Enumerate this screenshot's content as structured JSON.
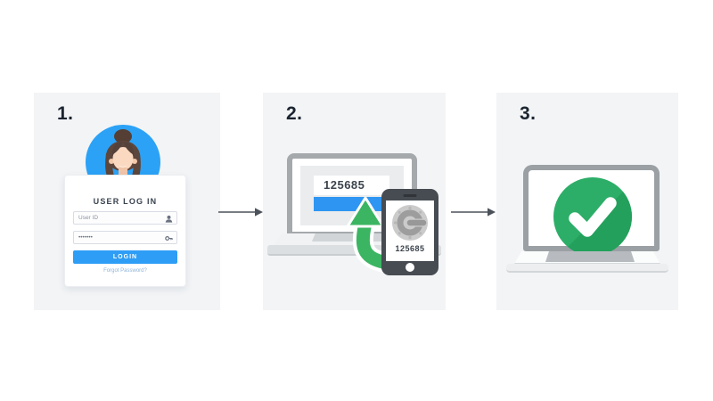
{
  "page": {
    "background": "#ffffff"
  },
  "steps": [
    {
      "number": "1."
    },
    {
      "number": "2."
    },
    {
      "number": "3."
    }
  ],
  "login_card": {
    "title": "USER LOG IN",
    "user_id_placeholder": "User ID",
    "password_value": "•••••••",
    "login_label": "LOGIN",
    "forgot_password_label": "Forgot Password?"
  },
  "verification": {
    "laptop_code": "125685",
    "phone_code": "125685"
  },
  "icons": {
    "user_field": "person-icon",
    "password_field": "key-icon",
    "phone_app": "google-authenticator-icon",
    "success": "checkmark-circle-icon",
    "transfer": "green-up-arrow-icon",
    "flow": "right-arrow-icon"
  },
  "colors": {
    "panel_bg": "#f2f4f6",
    "accent_blue": "#2e9df5",
    "code_bar_blue": "#2e96f2",
    "avatar_blue": "#2ba2f6",
    "success_green": "#2dae68",
    "success_green_shadow": "#23a15c",
    "transfer_arrow_green": "#3bb562",
    "step_number_color": "#1b2430",
    "laptop_rim": "#a5a9ac",
    "phone_body": "#474c52"
  }
}
